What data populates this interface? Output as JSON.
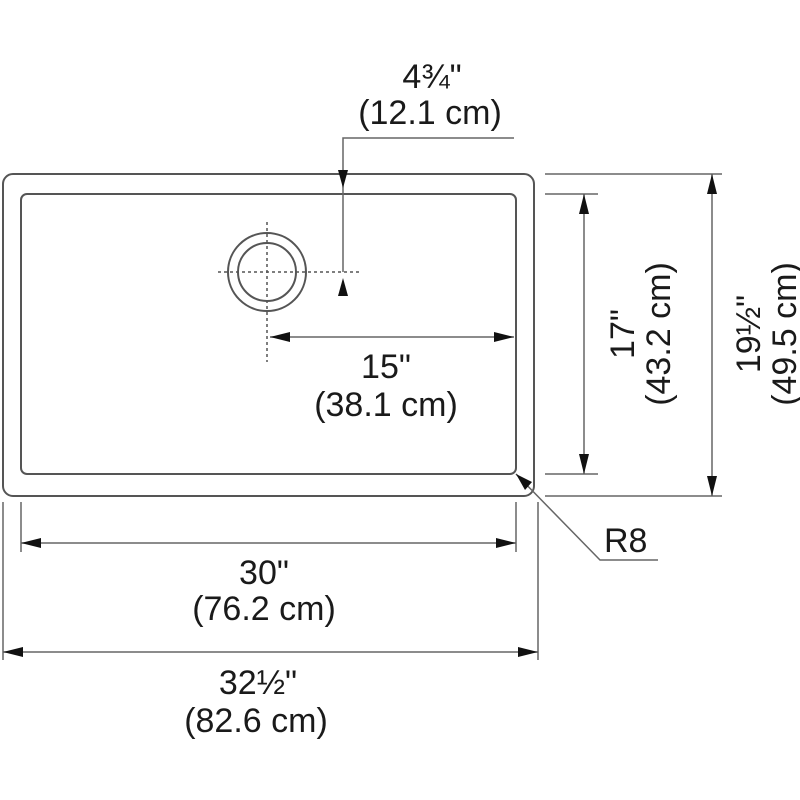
{
  "diagram": {
    "type": "sink-dimension-drawing",
    "colors": {
      "line": "#555555",
      "text": "#1a1a1a",
      "background": "#ffffff"
    },
    "dimensions": {
      "drain_offset_top": {
        "imperial": "4¾\"",
        "metric": "(12.1 cm)"
      },
      "drain_offset_right": {
        "imperial": "15\"",
        "metric": "(38.1 cm)"
      },
      "inner_depth": {
        "imperial": "17\"",
        "metric": "(43.2 cm)"
      },
      "outer_depth": {
        "imperial": "19½\"",
        "metric": "(49.5 cm)"
      },
      "inner_width": {
        "imperial": "30\"",
        "metric": "(76.2 cm)"
      },
      "outer_width": {
        "imperial": "32½\"",
        "metric": "(82.6 cm)"
      },
      "corner_radius": {
        "label": "R8"
      }
    }
  }
}
